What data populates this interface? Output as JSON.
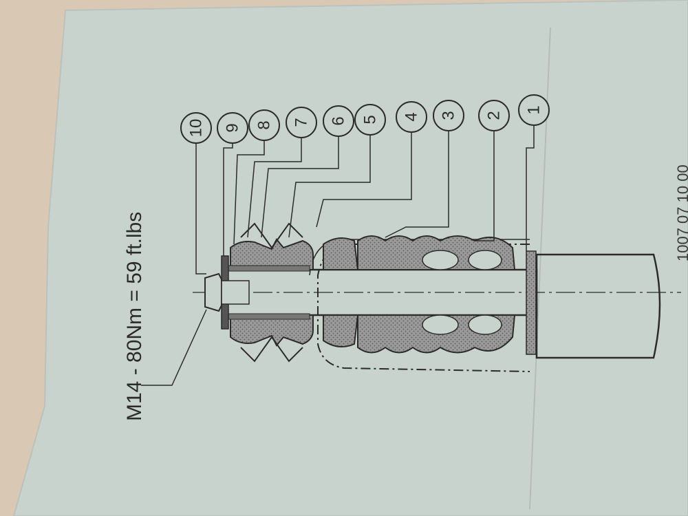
{
  "torque_spec": "M14 -  80Nm = 59 ft.lbs",
  "part_numbers": [
    "1",
    "2",
    "3",
    "4",
    "5",
    "6",
    "7",
    "8",
    "9",
    "10"
  ],
  "corner_text": "1007 07 10 00",
  "colors": {
    "paper": "#c9d3ce",
    "ink": "#2b2b2b",
    "stipple": "#8f8f8f"
  }
}
